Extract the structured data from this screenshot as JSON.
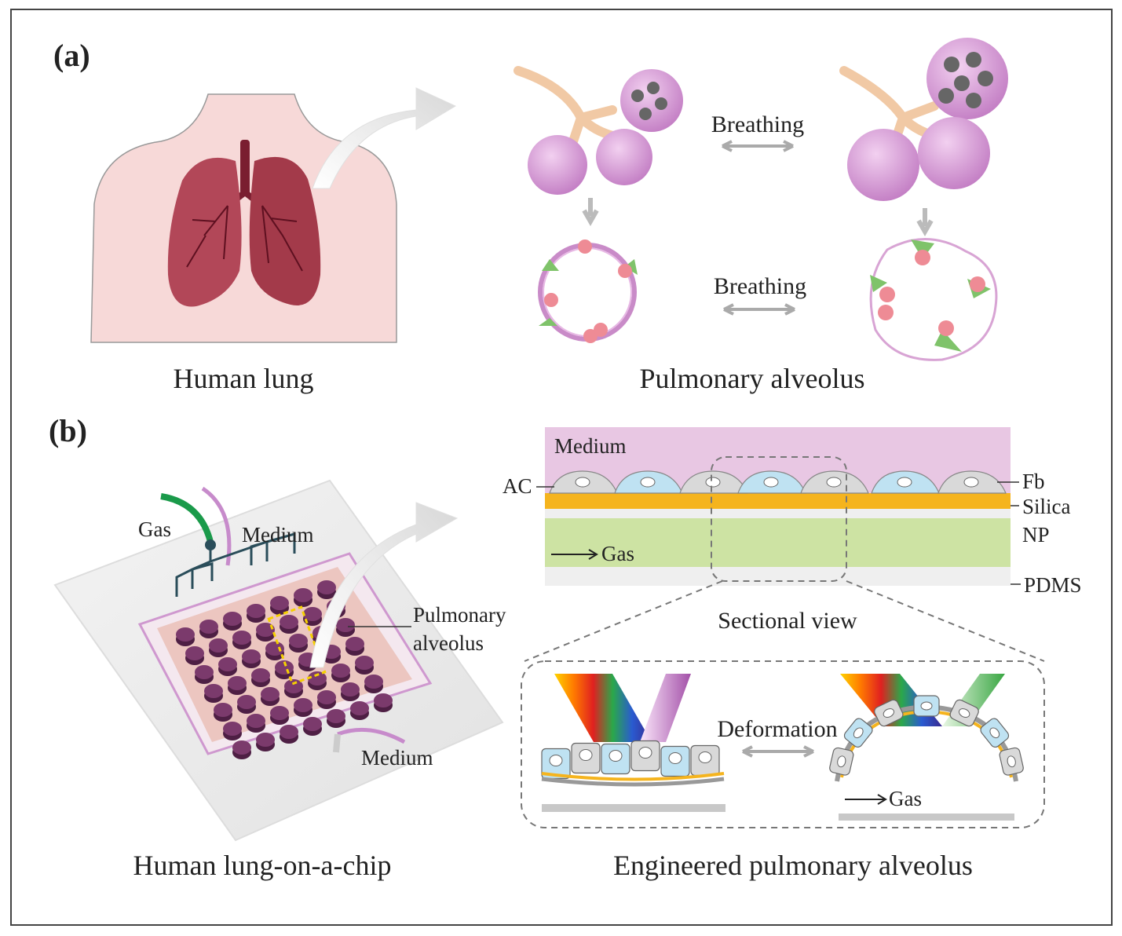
{
  "panel_a": {
    "label": "(a)",
    "caption_left": "Human lung",
    "caption_right": "Pulmonary alveolus",
    "breathing_top": "Breathing",
    "breathing_bottom": "Breathing"
  },
  "panel_b": {
    "label": "(b)",
    "chip": {
      "gas": "Gas",
      "medium_in": "Medium",
      "medium_out": "Medium",
      "pulmonary_line1": "Pulmonary",
      "pulmonary_line2": "alveolus",
      "caption": "Human lung-on-a-chip"
    },
    "section": {
      "medium": "Medium",
      "ac": "AC",
      "fb": "Fb",
      "silica": "Silica",
      "np": "NP",
      "pdms": "PDMS",
      "gas": "Gas",
      "title": "Sectional view"
    },
    "engineered": {
      "deformation": "Deformation",
      "gas": "Gas",
      "caption": "Engineered pulmonary alveolus"
    }
  },
  "colors": {
    "skin": "#f7d9d8",
    "lung": "#a33a4a",
    "alveolus": "#d89ad8",
    "medium_band": "#e8c7e3",
    "silica": "#f5b41e",
    "np_green": "#cde3a3",
    "cell_blue": "#bfe2f2",
    "cell_gray": "#d9d9d9",
    "chip_dot": "#7b3a6c"
  }
}
